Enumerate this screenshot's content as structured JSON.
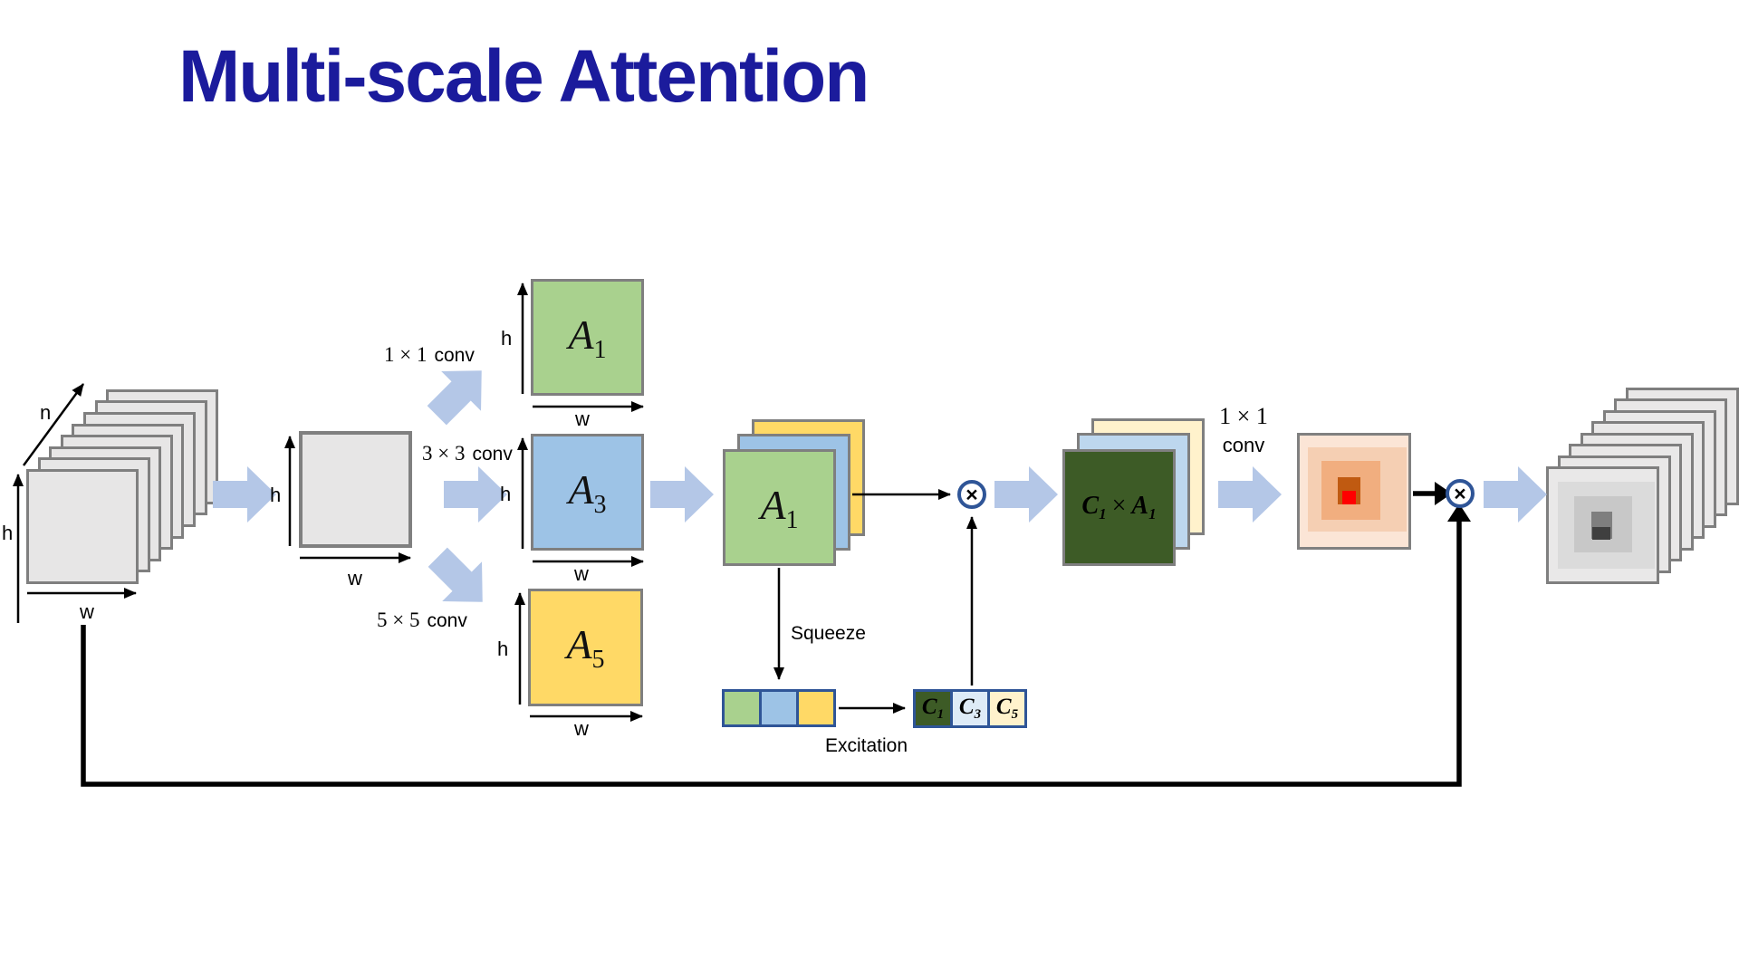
{
  "title": "Multi-scale Attention",
  "axis_labels": {
    "n": "n",
    "h": "h",
    "w": "w"
  },
  "conv_ops": {
    "conv1": {
      "kernel": "1 × 1",
      "name": "conv"
    },
    "conv3": {
      "kernel": "3 × 3",
      "name": "conv"
    },
    "conv5": {
      "kernel": "5 × 5",
      "name": "conv"
    },
    "final": {
      "kernel": "1 × 1",
      "name": "conv"
    }
  },
  "attention_maps": {
    "a1": {
      "base": "A",
      "sub": "1"
    },
    "a3": {
      "base": "A",
      "sub": "3"
    },
    "a5": {
      "base": "A",
      "sub": "5"
    },
    "stack_front": {
      "base": "A",
      "sub": "1"
    }
  },
  "se_block": {
    "squeeze_label": "Squeeze",
    "excitation_label": "Excitation",
    "channels": [
      {
        "base": "C",
        "sub": "1"
      },
      {
        "base": "C",
        "sub": "3"
      },
      {
        "base": "C",
        "sub": "5"
      }
    ]
  },
  "weighted_map": {
    "c_base": "C",
    "c_sub": "1",
    "times": "×",
    "a_base": "A",
    "a_sub": "1"
  },
  "operators": {
    "multiply": "×"
  },
  "stacks": {
    "input_layers": 8,
    "output_layers": 8
  },
  "colors": {
    "title_navy": "#1b1b9c",
    "block_arrow_blue": "#b4c7e7",
    "sheet_gray": "#e7e6e6",
    "border_gray": "#7f7f7f",
    "map_green": "#a9d18e",
    "map_blue": "#9dc3e6",
    "map_yellow": "#ffd966",
    "se_border_navy": "#2f5597",
    "c1_dark_green": "#3d5b26",
    "c3_pale_blue": "#deebf7",
    "c5_cream": "#fff2cc",
    "cstack_mid_blue": "#bdd7ee",
    "heat_pale": "#fbe5d6",
    "heat_light": "#f5cfb3",
    "heat_mid": "#f1ae7f",
    "heat_brown": "#c05a11",
    "heat_core_red": "#ff0000"
  }
}
